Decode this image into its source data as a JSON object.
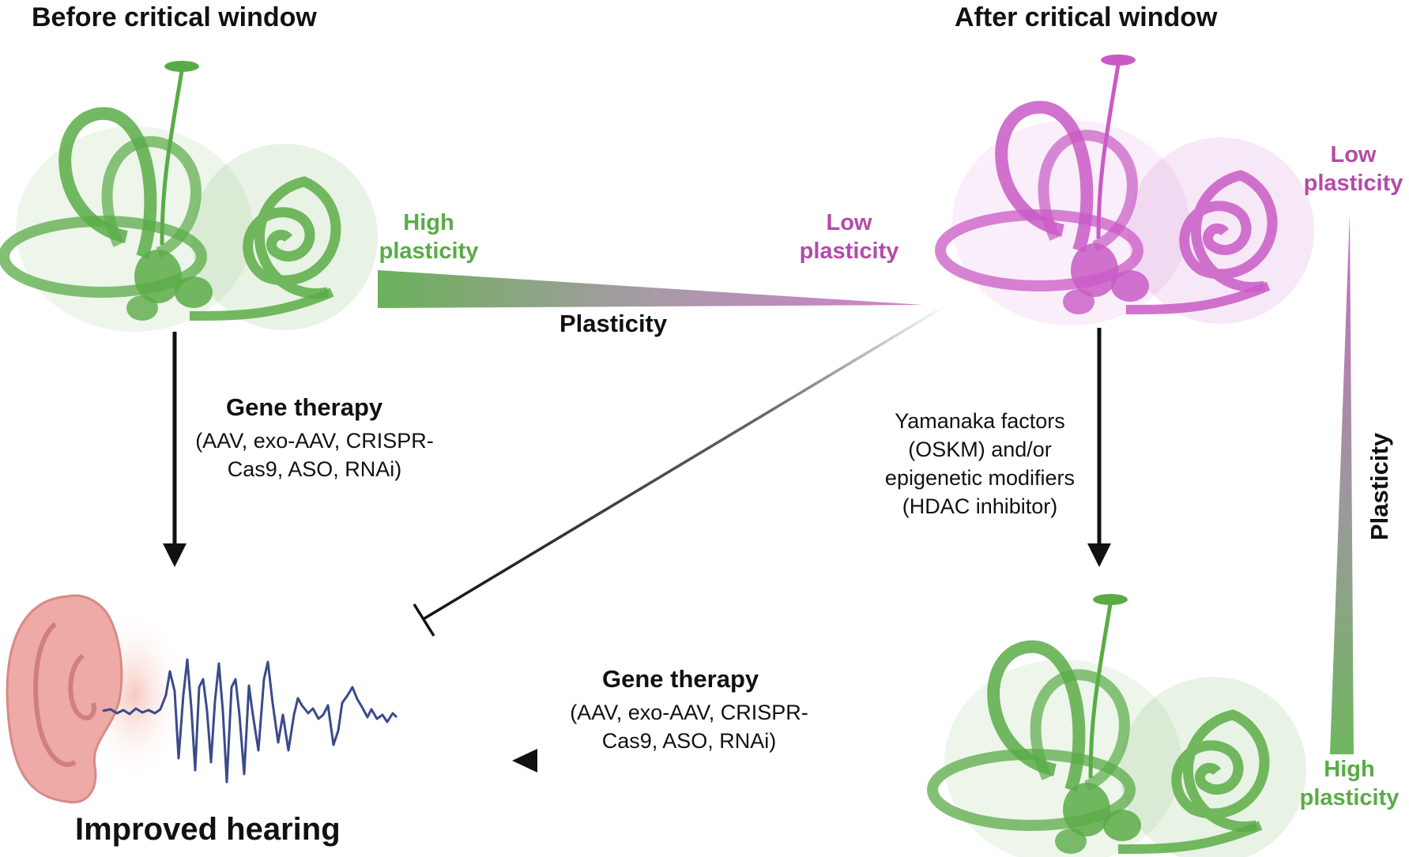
{
  "titles": {
    "before": "Before critical window",
    "after": "After critical window"
  },
  "top_gradient": {
    "left_label": [
      "High",
      "plasticity"
    ],
    "right_label": [
      "Low",
      "plasticity"
    ],
    "axis_label": "Plasticity"
  },
  "right_gradient": {
    "top_label": [
      "Low",
      "plasticity"
    ],
    "bottom_label": [
      "High",
      "plasticity"
    ],
    "axis_label": "Plasticity"
  },
  "left_arrow": {
    "heading": "Gene therapy",
    "lines": [
      "(AAV, exo-AAV, CRISPR-",
      "Cas9, ASO, RNAi)"
    ]
  },
  "right_arrow": {
    "lines": [
      "Yamanaka factors",
      "(OSKM) and/or",
      "epigenetic modifiers",
      "(HDAC inhibitor)"
    ]
  },
  "bottom_arrow": {
    "heading": "Gene therapy",
    "lines": [
      "(AAV, exo-AAV, CRISPR-",
      "Cas9, ASO, RNAi)"
    ]
  },
  "result": "Improved hearing",
  "colors": {
    "green": "#5aab47",
    "green_dark": "#3e8a32",
    "pink": "#b44aa8",
    "magenta": "#c95ac5",
    "waveform": "#3a4a8c",
    "ear": "#e8a0a0"
  },
  "icons": [
    "inner-ear-green-icon",
    "inner-ear-magenta-icon",
    "inner-ear-green-regenerated-icon",
    "outer-ear-icon",
    "sound-wave-icon"
  ]
}
